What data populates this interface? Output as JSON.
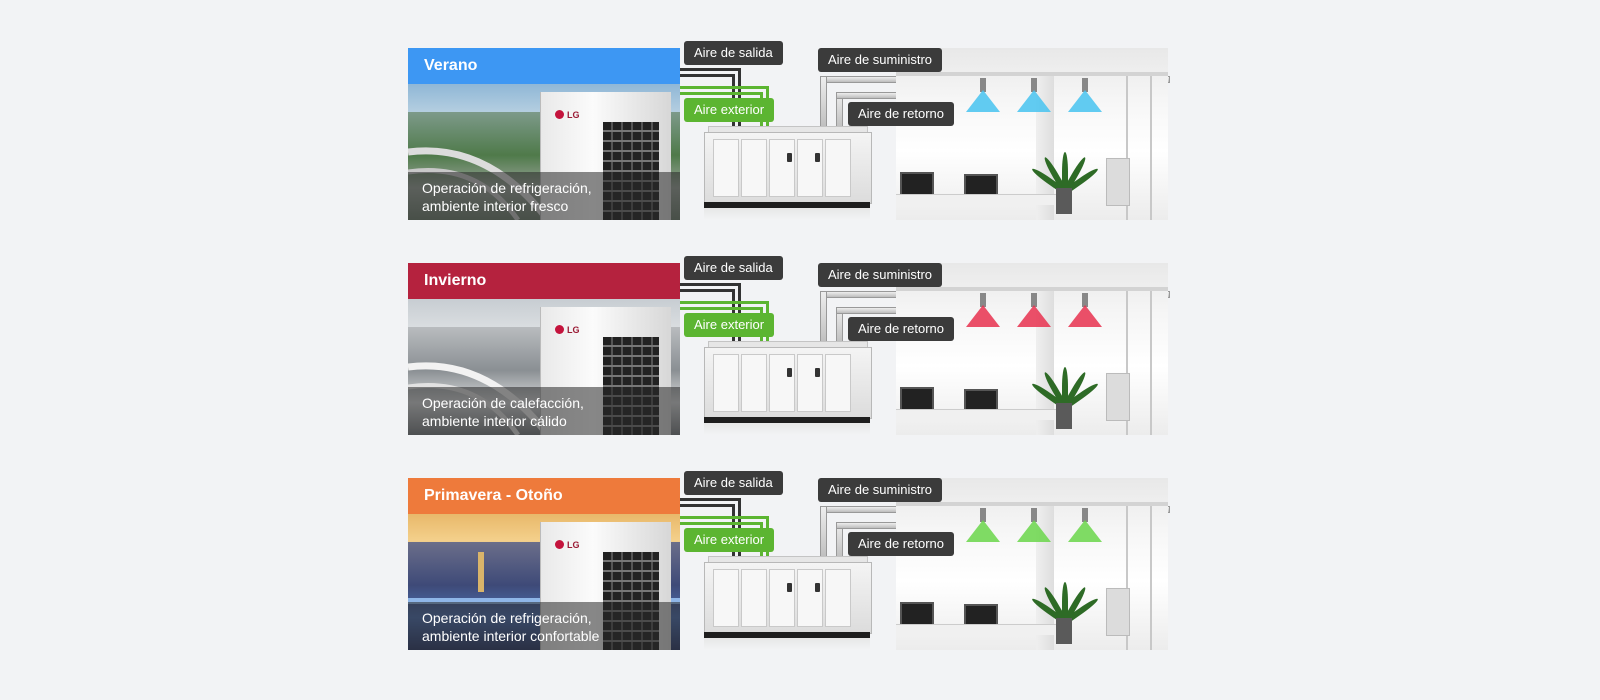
{
  "labels": {
    "exhaust_air": "Aire de salida",
    "outdoor_air": "Aire exterior",
    "supply_air": "Aire de suministro",
    "return_air": "Aire de retorno"
  },
  "outdoor_unit_logo": "LG",
  "rows": [
    {
      "season": "Verano",
      "season_color": "#3d97f3",
      "caption_line1": "Operación de refrigeración,",
      "caption_line2": "ambiente interior fresco",
      "air_color": "#46c3f0"
    },
    {
      "season": "Invierno",
      "season_color": "#b5223e",
      "caption_line1": "Operación de calefacción,",
      "caption_line2": "ambiente interior cálido",
      "air_color": "#e8314f"
    },
    {
      "season": "Primavera - Otoño",
      "season_color": "#ee7a3b",
      "caption_line1": "Operación de refrigeración,",
      "caption_line2": "ambiente interior confortable",
      "air_color": "#6ad64a"
    }
  ]
}
